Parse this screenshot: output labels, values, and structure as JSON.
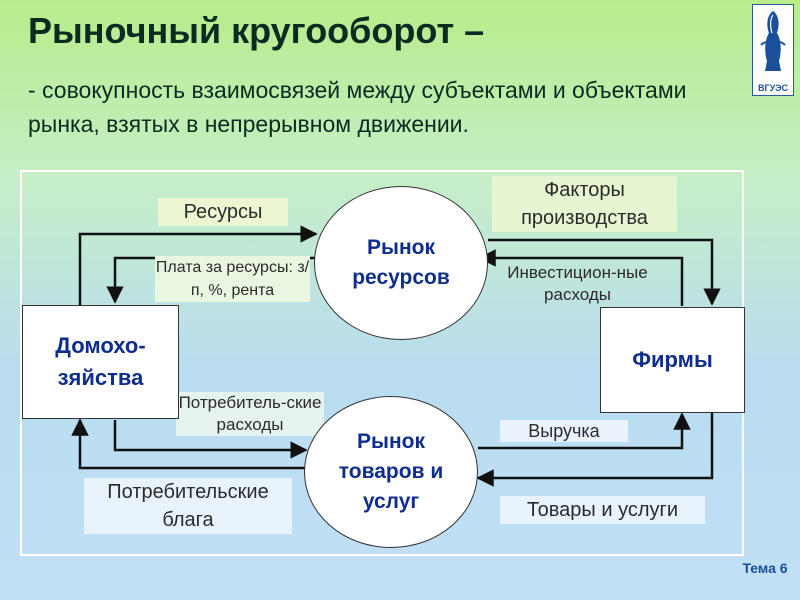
{
  "title": "Рыночный кругооборот –",
  "definition": "- совокупность взаимосвязей между субъектами и объектами рынка, взятых в непрерывном движении.",
  "logo": {
    "text": "ВГУЭС",
    "icon": "university-emblem-icon"
  },
  "nodes": {
    "households": "Домохо-зяйства",
    "firms": "Фирмы",
    "resource_market": "Рынок ресурсов",
    "goods_market": "Рынок товаров и услуг"
  },
  "flows": {
    "resources": "Ресурсы",
    "resource_payment": "Плата за ресурсы: з/п, %, рента",
    "production_factors": "Факторы производства",
    "investment_expenses": "Инвестицион-ные расходы",
    "consumer_expenses": "Потребитель-ские расходы",
    "revenue": "Выручка",
    "consumer_goods": "Потребительские блага",
    "goods_services": "Товары и услуги"
  },
  "footer": {
    "topic": "Тема 6"
  },
  "colors": {
    "arrow": "#111111",
    "node_text": "#0e2d8c",
    "logo_blue": "#1a4f99"
  }
}
